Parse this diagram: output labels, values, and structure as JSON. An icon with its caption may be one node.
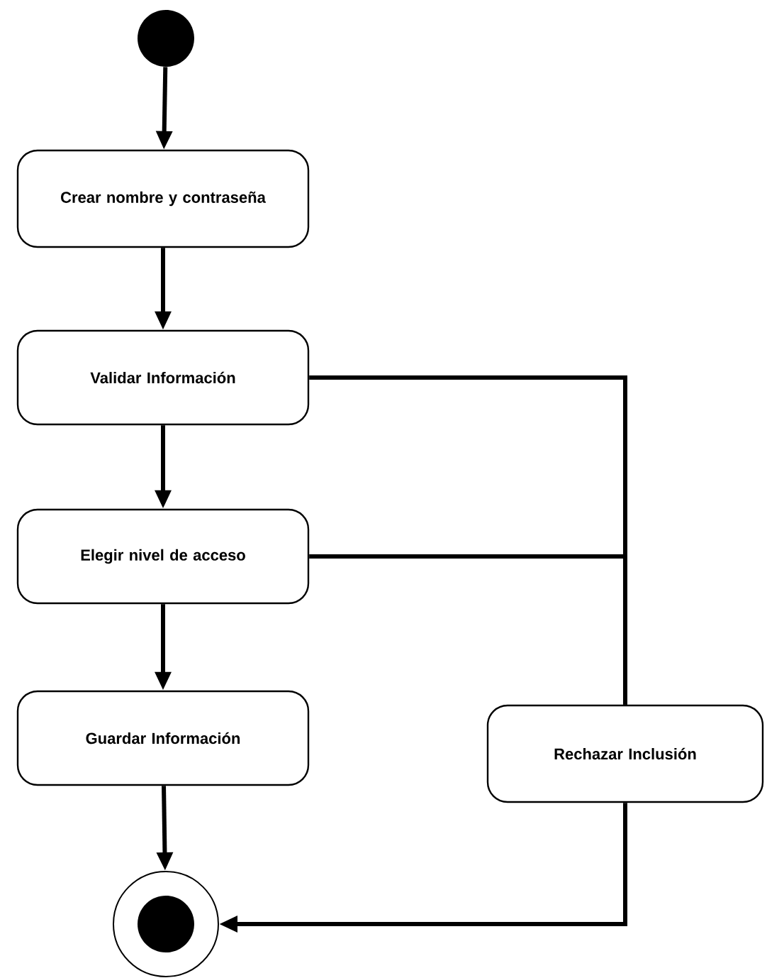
{
  "diagram": {
    "nodes": [
      {
        "text": [],
        "shape": "circle"
      },
      {
        "text": [
          "Crear nombre y contraseña"
        ]
      },
      {
        "text": [
          "Validar Información"
        ]
      },
      {
        "text": [
          "Elegir nivel de acceso"
        ]
      },
      {
        "text": [
          "Guardar Información"
        ]
      },
      {
        "text": [
          "Rechazar Inclusión"
        ]
      },
      {
        "text": [],
        "shape": "circle"
      }
    ],
    "edges": [
      {
        "from": 0,
        "to": 1,
        "arrow": "to"
      },
      {
        "from": 1,
        "to": 2,
        "arrow": "to"
      },
      {
        "from": 2,
        "to": 3,
        "arrow": "to"
      },
      {
        "from": 3,
        "to": 4,
        "arrow": "to"
      },
      {
        "from": 4,
        "to": 6,
        "arrow": "to"
      },
      {
        "from": 2,
        "to": 5,
        "arrow": "none"
      },
      {
        "from": 3,
        "to": 5,
        "arrow": "none"
      },
      {
        "from": 5,
        "to": 6,
        "arrow": "to"
      }
    ]
  }
}
